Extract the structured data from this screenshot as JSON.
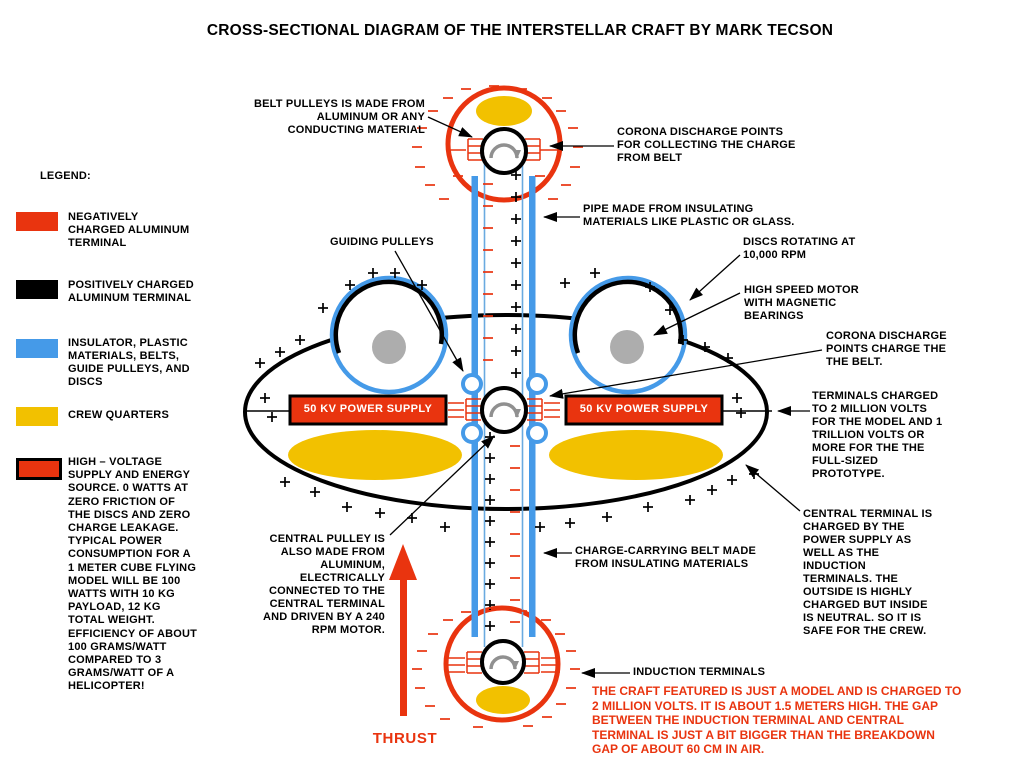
{
  "title": "CROSS-SECTIONAL DIAGRAM OF THE INTERSTELLAR CRAFT BY MARK TECSON",
  "colors": {
    "terminal_red": "#e9340f",
    "terminal_black": "#000000",
    "insulator_blue": "#459ae8",
    "crew_yellow": "#f2c100",
    "motor_gray": "#adadad",
    "note_red": "#e9340f",
    "power_box_text": "#ffffff"
  },
  "legend": {
    "heading": "LEGEND:",
    "items": [
      {
        "color": "#e9340f",
        "label": "NEGATIVELY\nCHARGED ALUMINUM\nTERMINAL"
      },
      {
        "color": "#000000",
        "label": "POSITIVELY CHARGED\nALUMINUM TERMINAL"
      },
      {
        "color": "#459ae8",
        "label": "INSULATOR, PLASTIC\nMATERIALS, BELTS,\nGUIDE PULLEYS, AND\nDISCS"
      },
      {
        "color": "#f2c100",
        "label": "CREW QUARTERS"
      },
      {
        "color": "#e9340f",
        "label": "HIGH – VOLTAGE\nSUPPLY AND ENERGY\nSOURCE.  0 WATTS AT\nZERO FRICTION OF\nTHE DISCS AND ZERO\nCHARGE LEAKAGE.\nTYPICAL POWER\nCONSUMPTION FOR A\n1 METER CUBE FLYING\nMODEL WILL BE 100\nWATTS WITH 10 KG\nPAYLOAD, 12 KG\nTOTAL WEIGHT.\nEFFICIENCY OF ABOUT\n100 GRAMS/WATT\nCOMPARED TO 3\nGRAMS/WATT OF A\nHELICOPTER!"
      }
    ]
  },
  "diagram": {
    "power_supply": "50 KV POWER SUPPLY",
    "thrust": "THRUST",
    "labels": {
      "belt_pulleys": "BELT PULLEYS IS MADE FROM\nALUMINUM OR ANY\nCONDUCTING MATERIAL",
      "corona_top": "CORONA DISCHARGE POINTS\nFOR COLLECTING THE CHARGE\nFROM BELT",
      "pipe": "PIPE MADE FROM INSULATING\nMATERIALS LIKE PLASTIC OR GLASS.",
      "guiding_pulleys": "GUIDING PULLEYS",
      "discs": "DISCS ROTATING AT\n10,000 RPM",
      "motor": "HIGH SPEED MOTOR\nWITH MAGNETIC\nBEARINGS",
      "corona_mid": "CORONA DISCHARGE\nPOINTS CHARGE THE\nTHE BELT.",
      "terminals": "TERMINALS CHARGED\nTO 2 MILLION VOLTS\nFOR THE MODEL AND 1\nTRILLION VOLTS OR\nMORE FOR THE THE\nFULL-SIZED\nPROTOTYPE.",
      "central_terminal": "CENTRAL TERMINAL IS\nCHARGED BY THE\nPOWER SUPPLY AS\nWELL AS THE\nINDUCTION\nTERMINALS.  THE\nOUTSIDE IS HIGHLY\nCHARGED BUT INSIDE\nIS NEUTRAL.  SO IT IS\nSAFE FOR THE CREW.",
      "central_pulley": "CENTRAL PULLEY IS\nALSO MADE FROM\nALUMINUM,\nELECTRICALLY\nCONNECTED TO THE\nCENTRAL TERMINAL\nAND DRIVEN BY A 240\nRPM MOTOR.",
      "belt": "CHARGE-CARRYING BELT MADE\nFROM INSULATING MATERIALS",
      "induction_terminals": "INDUCTION TERMINALS"
    },
    "note": "THE CRAFT FEATURED IS JUST A MODEL AND IS CHARGED TO\n2 MILLION VOLTS.  IT IS ABOUT 1.5 METERS HIGH.  THE GAP\nBETWEEN THE INDUCTION TERMINAL AND CENTRAL\nTERMINAL IS JUST A BIT BIGGER THAN THE BREAKDOWN\nGAP OF ABOUT 60 CM IN AIR."
  }
}
